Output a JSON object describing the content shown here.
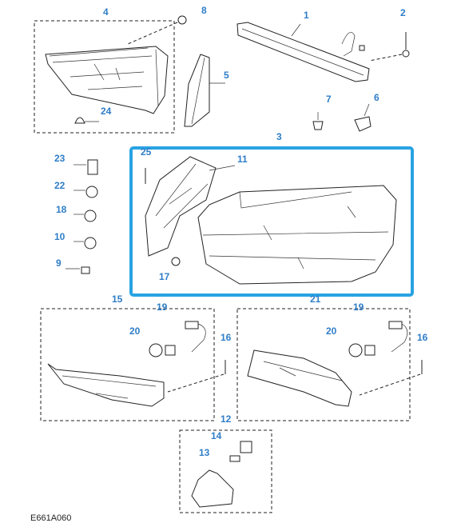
{
  "diagram": {
    "code": "E661A060",
    "callouts": [
      "1",
      "2",
      "3",
      "4",
      "5",
      "6",
      "7",
      "8",
      "9",
      "10",
      "11",
      "12",
      "13",
      "14",
      "15",
      "16",
      "16",
      "17",
      "18",
      "19",
      "19",
      "20",
      "20",
      "21",
      "22",
      "23",
      "24",
      "25"
    ]
  },
  "selection": {
    "color": "#29a3e3",
    "group": "3"
  },
  "label_color": "#2f7ec7"
}
